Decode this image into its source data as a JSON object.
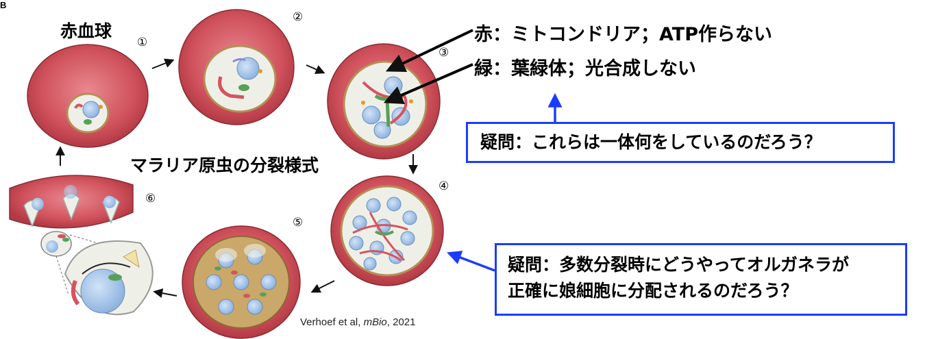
{
  "panel_mark": "B",
  "title_rbc": "赤血球",
  "title_division": "マラリア原虫の分裂様式",
  "stage_numbers": [
    "①",
    "②",
    "③",
    "④",
    "⑤",
    "⑥"
  ],
  "legend_red": "赤：ミトコンドリア；ATP作らない",
  "legend_green": "緑：葉緑体；光合成しない",
  "question1": "疑問：これらは一体何をしているのだろう？",
  "question2_line1": "疑問：多数分裂時にどうやってオルガネラが",
  "question2_line2": "正確に娘細胞に分配されるのだろう？",
  "citation_author": "Verhoef et al, ",
  "citation_journal": "mBio",
  "citation_year": ", 2021",
  "colors": {
    "rbc": "#c8444f",
    "rbc_light": "#e88a90",
    "nucleus": "#a8c8ec",
    "mito": "#d8525e",
    "apicoplast": "#58a05a",
    "parasite_wall": "#b49055",
    "cytoplasm": "#eef0e8",
    "arrow_blue": "#1a3cff"
  }
}
